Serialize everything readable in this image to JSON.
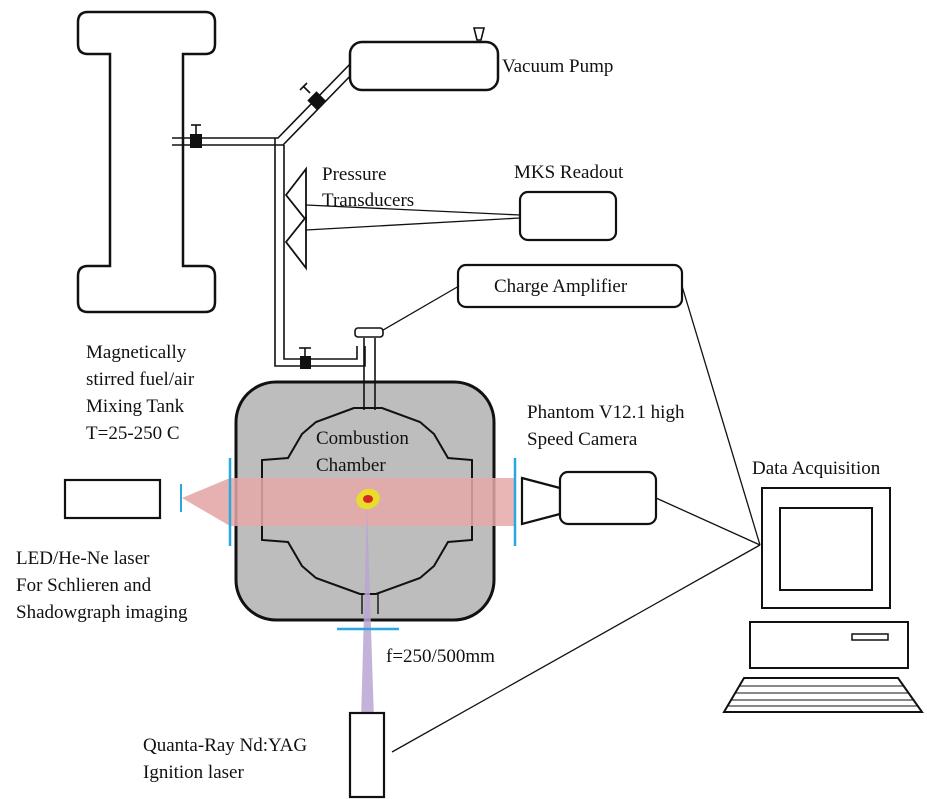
{
  "labels": {
    "vacuum_pump": "Vacuum Pump",
    "pressure_transducers": [
      "Pressure",
      "Transducers"
    ],
    "mks_readout": "MKS Readout",
    "charge_amplifier": "Charge Amplifier",
    "mixing_tank": [
      "Magnetically",
      "stirred fuel/air",
      "Mixing Tank",
      "T=25-250  C"
    ],
    "combustion_chamber": [
      "Combustion",
      "Chamber"
    ],
    "camera": [
      "Phantom V12.1 high",
      "Speed Camera"
    ],
    "data_acquisition": "Data Acquisition",
    "light_source": [
      "LED/He-Ne laser",
      "For Schlieren and",
      "Shadowgraph imaging"
    ],
    "lens": "f=250/500mm",
    "ignition_laser": [
      "Quanta-Ray Nd:YAG",
      "Ignition laser"
    ]
  },
  "colors": {
    "line": "#111111",
    "chamber_fill": "#bdbdbd",
    "beam": "#e6a8a8",
    "ignition_beam": "#b9a6d4",
    "optic": "#2aa7dc",
    "kernel_outer": "#e9dc2a",
    "kernel_inner": "#d32a1f"
  }
}
